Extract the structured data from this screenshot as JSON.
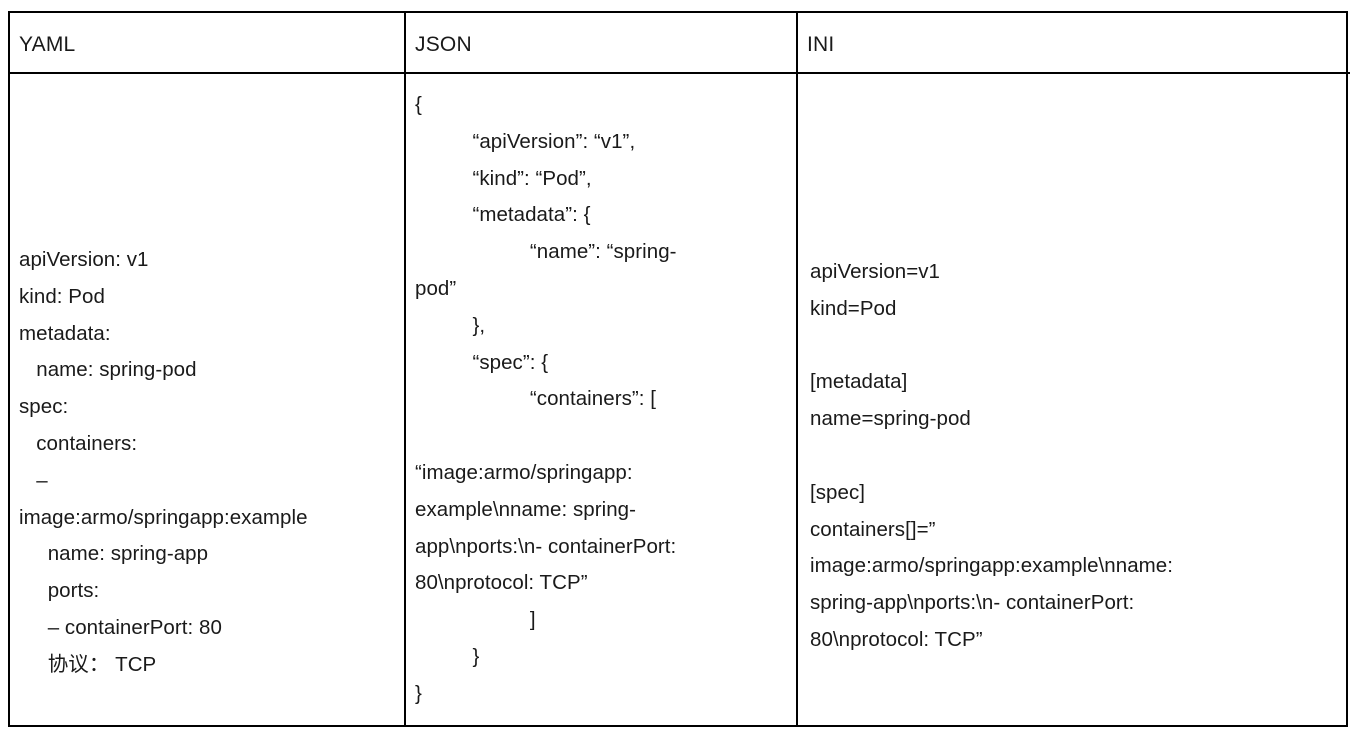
{
  "table": {
    "headers": [
      {
        "label": "YAML"
      },
      {
        "label": "JSON"
      },
      {
        "label": "INI"
      }
    ],
    "columns": {
      "yaml": {
        "lines": [
          "apiVersion: v1",
          "kind: Pod",
          "metadata:",
          "   name: spring-pod",
          "spec:",
          "   containers:",
          "   –",
          "image:armo/springapp:example",
          "     name: spring-app",
          "     ports:",
          "     – containerPort: 80",
          "     协议： TCP"
        ]
      },
      "json": {
        "lines": [
          "{",
          "          “apiVersion”: “v1”,",
          "          “kind”: “Pod”,",
          "          “metadata”: {",
          "                    “name”: “spring-",
          "pod”",
          "          },",
          "          “spec”: {",
          "                    “containers”: [",
          "",
          "“image:armo/springapp:",
          "example\\nname: spring-",
          "app\\nports:\\n- containerPort:",
          "80\\nprotocol: TCP”",
          "                    ]",
          "          }",
          "}"
        ]
      },
      "ini": {
        "lines": [
          "apiVersion=v1",
          "kind=Pod",
          "",
          "[metadata]",
          "name=spring-pod",
          "",
          "[spec]",
          "containers[]=”",
          "image:armo/springapp:example\\nname:",
          "spring-app\\nports:\\n- containerPort:",
          "80\\nprotocol: TCP”"
        ]
      }
    }
  },
  "colors": {
    "border": "#000000",
    "text": "#1a1a1a",
    "background": "#ffffff"
  }
}
